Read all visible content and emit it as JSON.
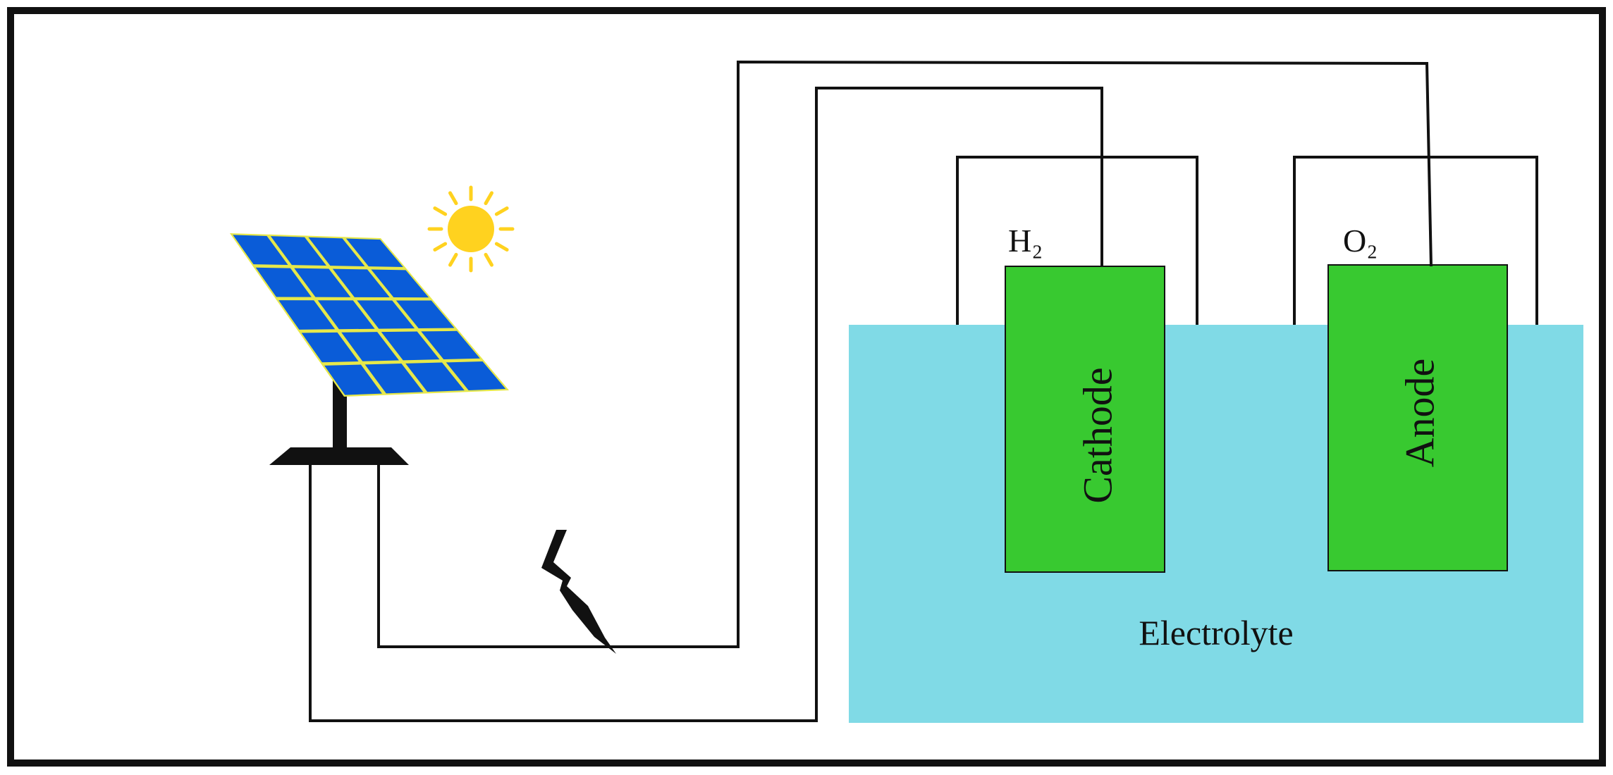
{
  "labels": {
    "h2": "H₂",
    "o2": "O₂",
    "cathode": "Cathode",
    "anode": "Anode",
    "electrolyte": "Electrolyte"
  },
  "colors": {
    "electrolyte": "#80DAE6",
    "electrode": "#38C930",
    "panel_cell": "#0A5CD8",
    "panel_grid": "#E6E84A",
    "sun": "#FFD21F",
    "wire": "#111111",
    "frame": "#111111",
    "background": "#FFFFFF"
  },
  "icons": {
    "solar_panel": "solar-panel-icon",
    "sun": "sun-icon",
    "lightning": "lightning-bolt-icon"
  }
}
